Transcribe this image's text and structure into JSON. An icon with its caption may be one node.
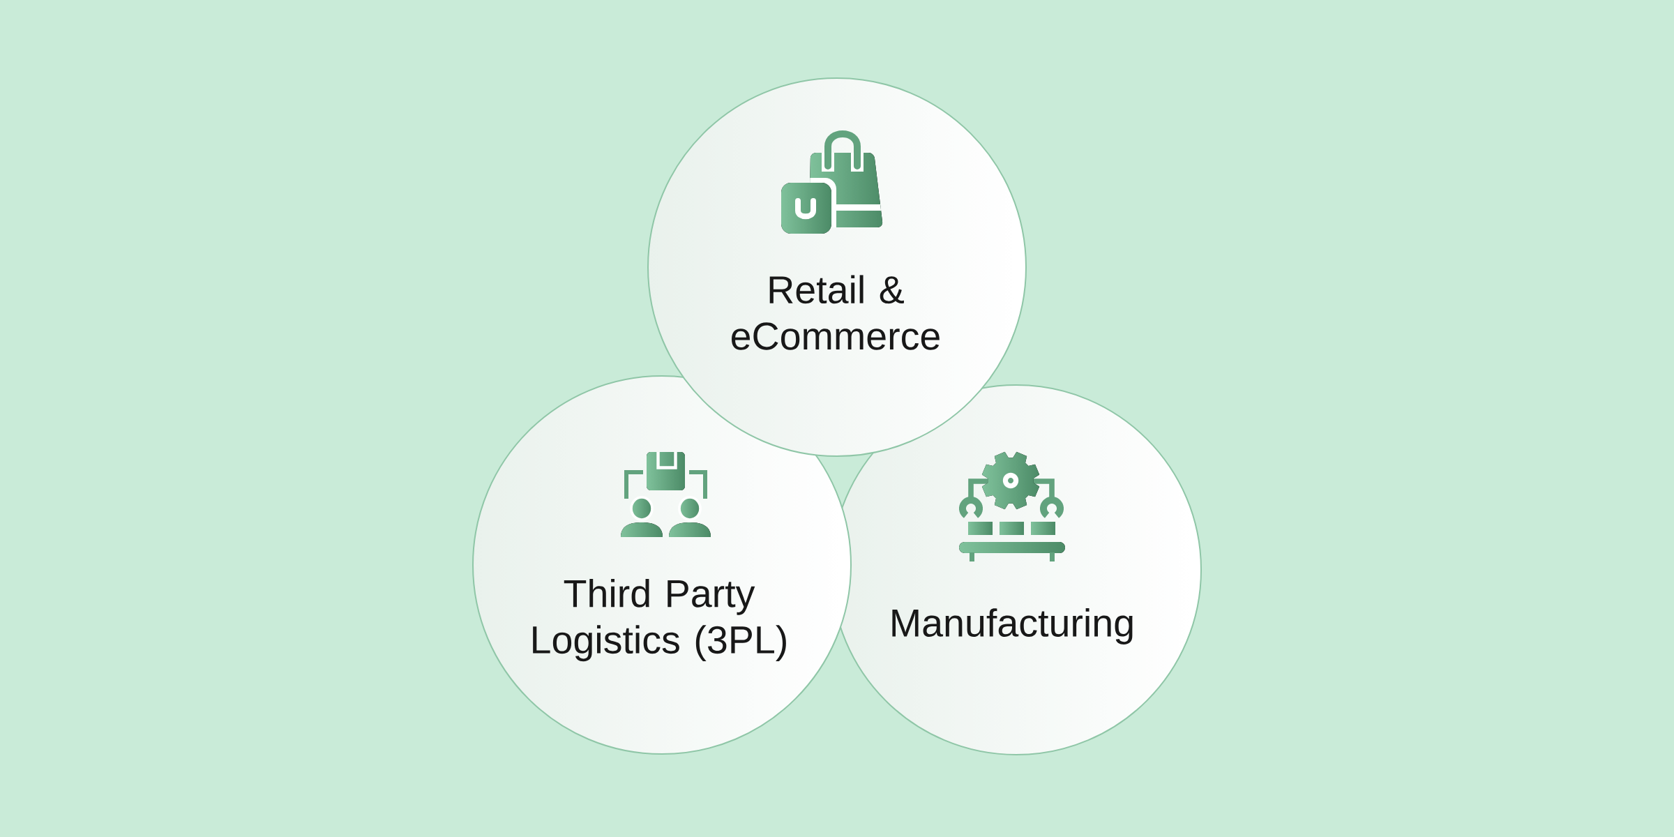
{
  "diagram": {
    "nodes": [
      {
        "text": [
          "Retail & eCommerce"
        ]
      },
      {
        "text": [
          "Third Party Logistics (3PL)"
        ]
      },
      {
        "text": [
          "Manufacturing"
        ]
      }
    ]
  }
}
